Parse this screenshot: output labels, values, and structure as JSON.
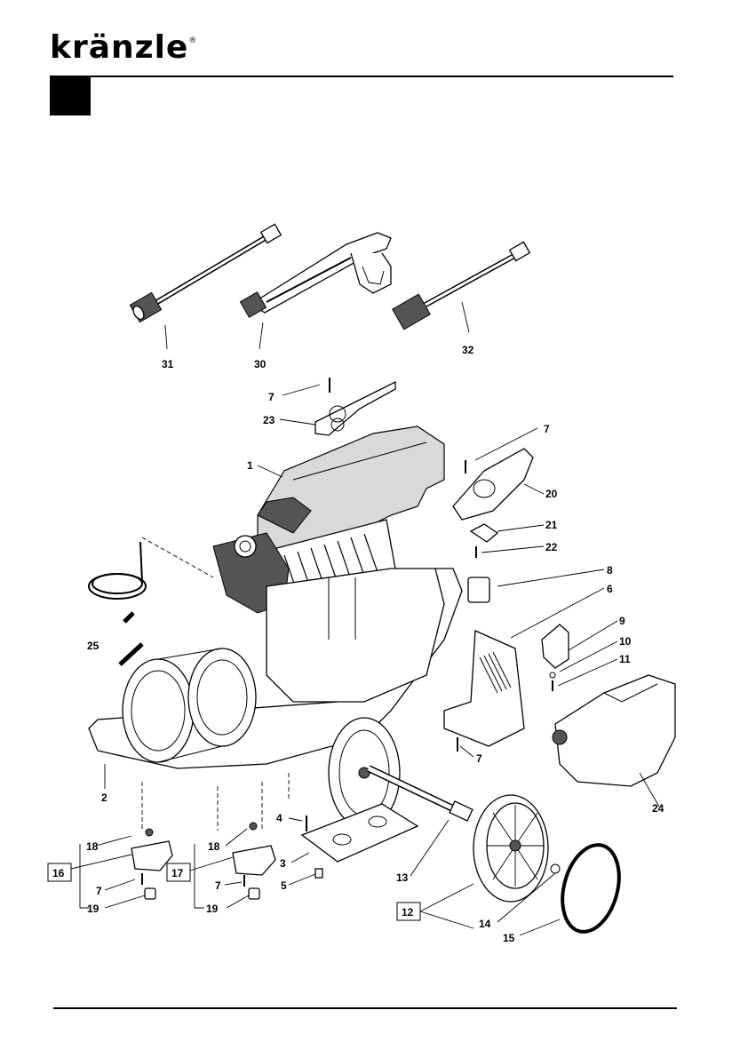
{
  "header": {
    "brand": "kränzle",
    "registered_mark": "®"
  },
  "diagram": {
    "callouts": [
      {
        "id": "c31",
        "text": "31"
      },
      {
        "id": "c30",
        "text": "30"
      },
      {
        "id": "c32",
        "text": "32"
      },
      {
        "id": "c7a",
        "text": "7"
      },
      {
        "id": "c23",
        "text": "23"
      },
      {
        "id": "c7b",
        "text": "7"
      },
      {
        "id": "c1",
        "text": "1"
      },
      {
        "id": "c20",
        "text": "20"
      },
      {
        "id": "c21",
        "text": "21"
      },
      {
        "id": "c22",
        "text": "22"
      },
      {
        "id": "c8",
        "text": "8"
      },
      {
        "id": "c6",
        "text": "6"
      },
      {
        "id": "c25",
        "text": "25"
      },
      {
        "id": "c9",
        "text": "9"
      },
      {
        "id": "c10",
        "text": "10"
      },
      {
        "id": "c11",
        "text": "11"
      },
      {
        "id": "c7c",
        "text": "7"
      },
      {
        "id": "c2",
        "text": "2"
      },
      {
        "id": "c24",
        "text": "24"
      },
      {
        "id": "c4",
        "text": "4"
      },
      {
        "id": "c18a",
        "text": "18"
      },
      {
        "id": "c18b",
        "text": "18"
      },
      {
        "id": "c3",
        "text": "3"
      },
      {
        "id": "c13",
        "text": "13"
      },
      {
        "id": "c16",
        "text": "16"
      },
      {
        "id": "c17",
        "text": "17"
      },
      {
        "id": "c7d",
        "text": "7"
      },
      {
        "id": "c7e",
        "text": "7"
      },
      {
        "id": "c5",
        "text": "5"
      },
      {
        "id": "c19a",
        "text": "19"
      },
      {
        "id": "c19b",
        "text": "19"
      },
      {
        "id": "c12",
        "text": "12"
      },
      {
        "id": "c14",
        "text": "14"
      },
      {
        "id": "c15",
        "text": "15"
      }
    ]
  }
}
